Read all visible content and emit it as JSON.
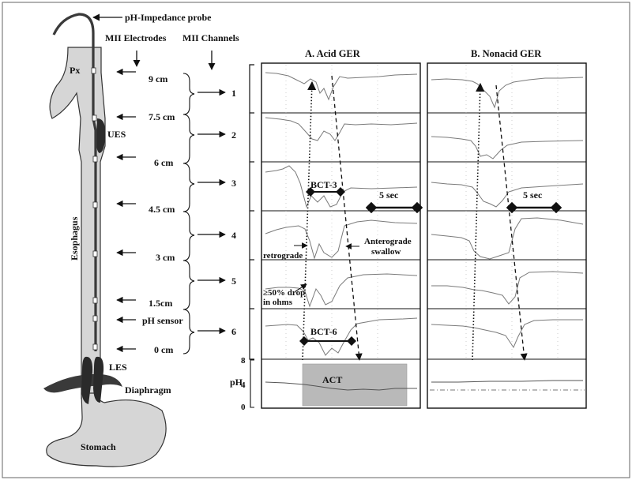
{
  "probe_label": "pH-Impedance probe",
  "mii_electrodes_label": "MII Electrodes",
  "mii_channels_label": "MII Channels",
  "anatomy": {
    "px": "Px",
    "ues": "UES",
    "esophagus": "Esophagus",
    "les": "LES",
    "diaphragm": "Diaphragm",
    "stomach": "Stomach"
  },
  "electrode_positions": [
    "9 cm",
    "7.5 cm",
    "6 cm",
    "4.5 cm",
    "3 cm",
    "1.5cm",
    "0 cm"
  ],
  "ph_sensor_label": "pH sensor",
  "channels": [
    "1",
    "2",
    "3",
    "4",
    "5",
    "6"
  ],
  "panel_a_title": "A.  Acid GER",
  "panel_b_title": "B.  Nonacid GER",
  "annotations": {
    "bct3": "BCT-3",
    "bct6": "BCT-6",
    "five_sec": "5 sec",
    "retrograde": "retrograde",
    "anterograde_line1": "Anterograde",
    "anterograde_line2": "swallow",
    "drop_line1": "≥50% drop",
    "drop_line2": "in ohms",
    "act": "ACT"
  },
  "ph_axis": {
    "label": "pH",
    "ticks": [
      "8",
      "4",
      "0"
    ]
  },
  "colors": {
    "border": "#222222",
    "tissue": "#d6d6d6",
    "act_shade": "#b9b9b9",
    "trace": "#7a7a7a"
  }
}
